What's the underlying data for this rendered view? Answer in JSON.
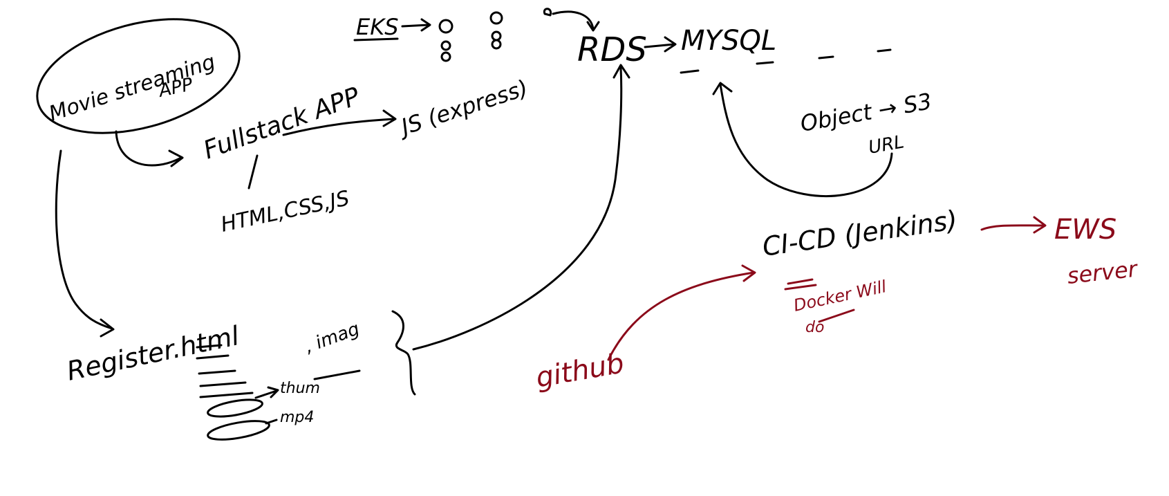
{
  "colors": {
    "ink": "#000000",
    "accent": "#8b0a1a",
    "background": "#ffffff"
  },
  "labels": {
    "movie_app": "Movie streaming",
    "movie_app_line2": "APP",
    "fullstack": "Fullstack APP",
    "html_css_js": "HTML,CSS,JS",
    "js_express": "JS (express)",
    "eks": "EKS",
    "rds": "RDS",
    "mysql": "MYSQL",
    "object_s3": "Object → S3",
    "url": "URL",
    "cicd": "CI-CD (Jenkins)",
    "ews": "EWS",
    "server": "server",
    "register": "Register.html",
    "image": ", imag",
    "thumb": "thum",
    "mp4": "mp4",
    "github": "github",
    "docker": "Docker Will",
    "do": "do"
  }
}
